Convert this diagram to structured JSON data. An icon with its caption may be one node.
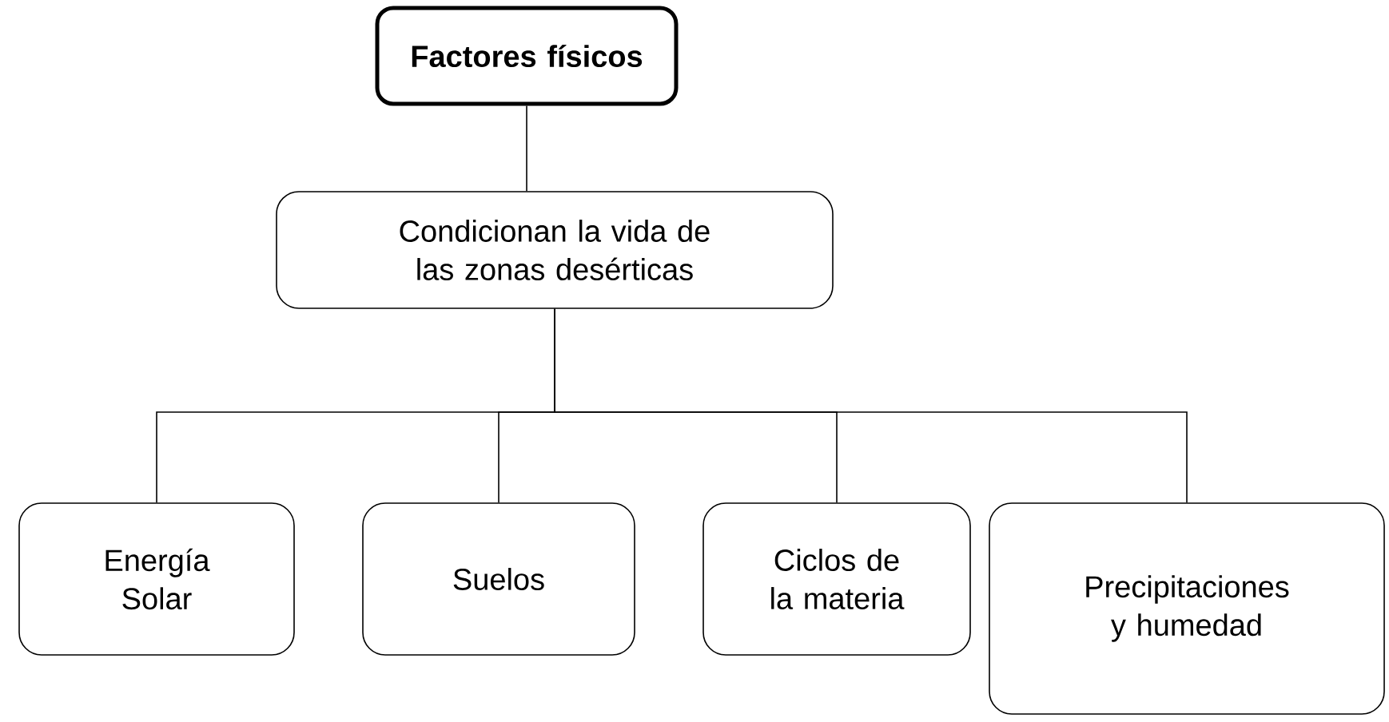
{
  "diagram": {
    "nodes": [
      {
        "text": [
          "Factores físicos"
        ]
      },
      {
        "text": [
          "Condicionan la vida de las zonas desérticas"
        ]
      },
      {
        "text": [
          "Energía Solar"
        ]
      },
      {
        "text": [
          "Suelos"
        ]
      },
      {
        "text": [
          "Ciclos de la materia"
        ]
      },
      {
        "text": [
          "Precipitaciones y humedad"
        ]
      }
    ],
    "edges": [
      {
        "from": 0,
        "to": 1,
        "arrow": "none"
      },
      {
        "from": 1,
        "to": 2,
        "arrow": "none"
      },
      {
        "from": 1,
        "to": 3,
        "arrow": "none"
      },
      {
        "from": 1,
        "to": 4,
        "arrow": "none"
      },
      {
        "from": 1,
        "to": 5,
        "arrow": "none"
      }
    ]
  }
}
